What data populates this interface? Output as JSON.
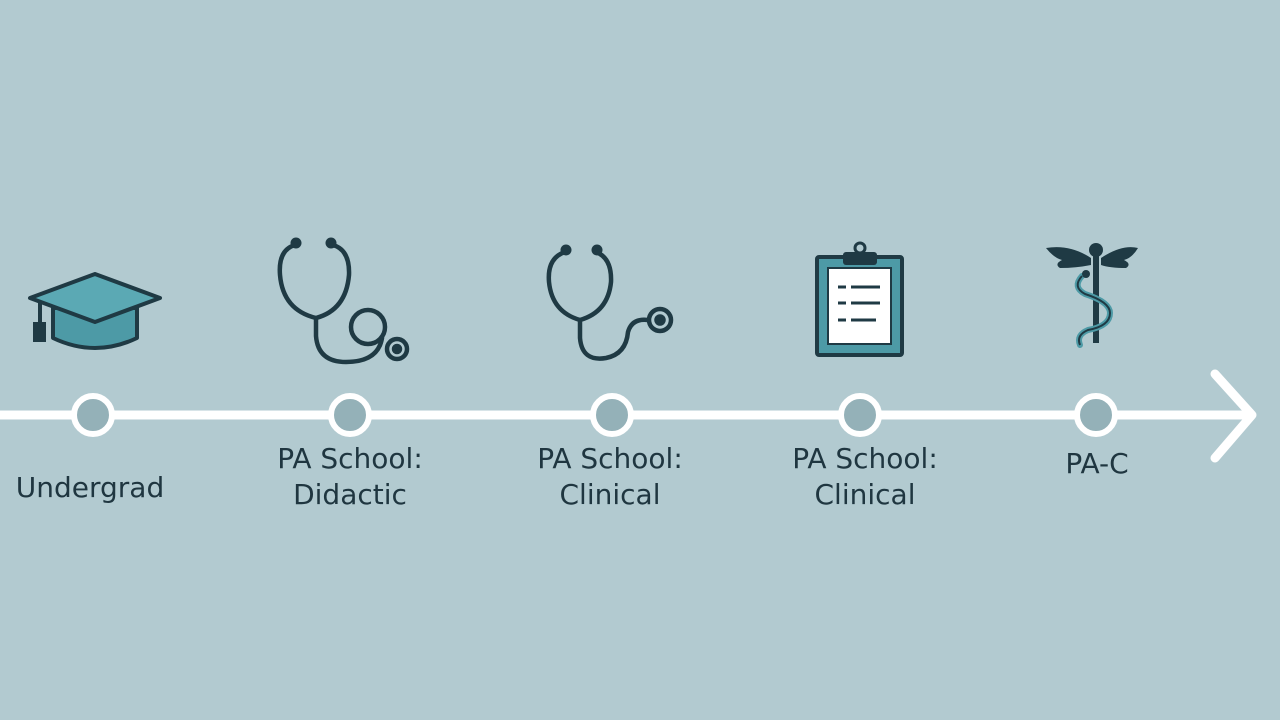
{
  "colors": {
    "background": "#b2cad0",
    "line": "#ffffff",
    "node_fill": "#94b1b8",
    "icon_dark": "#1f3a44",
    "icon_teal": "#4d9aa6",
    "text": "#1f3640"
  },
  "stages": [
    {
      "icon": "graduation-cap-icon",
      "lines": [
        "Undergrad"
      ]
    },
    {
      "icon": "stethoscope-icon",
      "lines": [
        "PA School:",
        "Didactic"
      ]
    },
    {
      "icon": "stethoscope-icon",
      "lines": [
        "PA School:",
        "Clinical"
      ]
    },
    {
      "icon": "clipboard-icon",
      "lines": [
        "PA School:",
        "Clinical"
      ]
    },
    {
      "icon": "caduceus-icon",
      "lines": [
        "PA-C"
      ]
    }
  ]
}
